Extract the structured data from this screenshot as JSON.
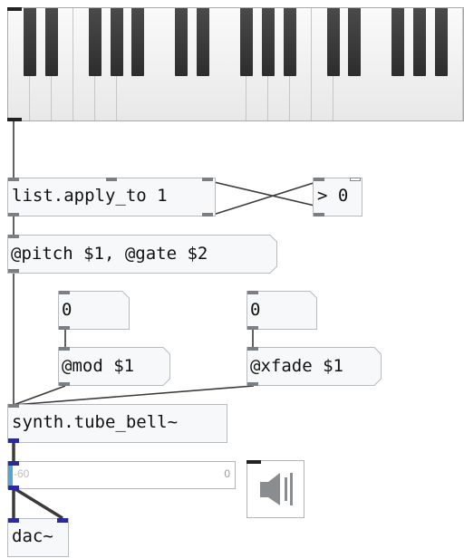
{
  "piano": {
    "white_key_count": 21,
    "black_key_pattern": [
      1,
      1,
      0,
      1,
      1,
      1,
      0
    ]
  },
  "objects": {
    "list_apply": "list.apply_to 1",
    "gt": "> 0",
    "pitch_msg": "@pitch $1, @gate $2",
    "mod_number": "0",
    "xfade_number": "0",
    "mod_msg": "@mod $1",
    "xfade_msg": "@xfade $1",
    "synth": "synth.tube_bell~",
    "dac": "dac~"
  },
  "meter": {
    "min_label": "-60",
    "max_label": "0",
    "level_fraction": 0.0
  },
  "speaker": {
    "icon": "speaker-icon",
    "state": "off"
  },
  "colors": {
    "cord": "#3a3a3a",
    "signal_port": "#2a2a9a",
    "meter_fill": "#4fa6d8",
    "box_fill": "#f7f8f9",
    "box_border": "#b8bcc0"
  }
}
